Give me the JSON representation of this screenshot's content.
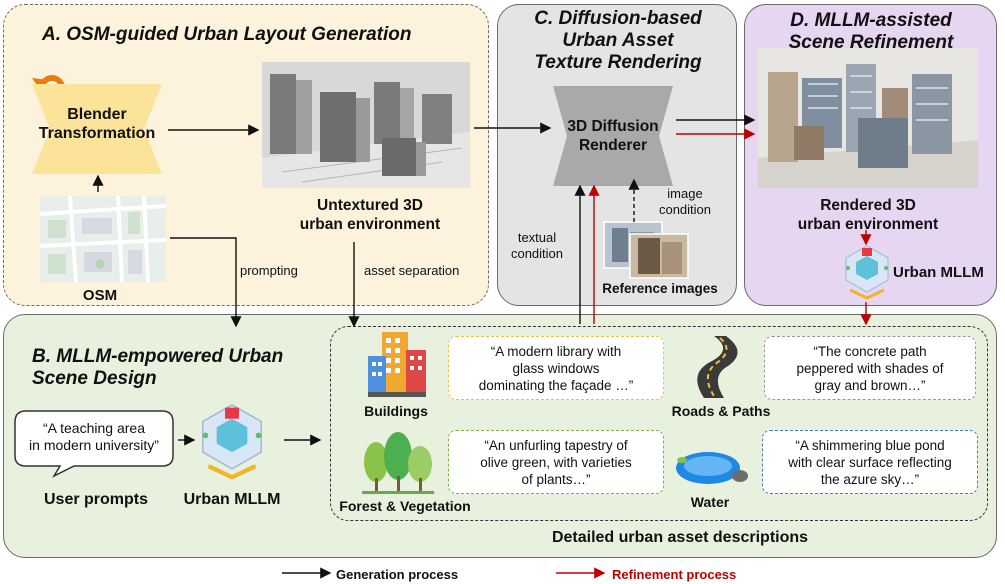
{
  "panels": {
    "a_title": "A. OSM-guided Urban Layout Generation",
    "b_title_line1": "B. MLLM-empowered Urban",
    "b_title_line2": "Scene Design",
    "c_title_line1": "C. Diffusion-based",
    "c_title_line2": "Urban Asset",
    "c_title_line3": "Texture Rendering",
    "d_title_line1": "D. MLLM-assisted",
    "d_title_line2": "Scene Refinement"
  },
  "panel_a": {
    "blender_line1": "Blender",
    "blender_line2": "Transformation",
    "osm_label": "OSM",
    "untextured_line1": "Untextured 3D",
    "untextured_line2": "urban environment",
    "prompting": "prompting",
    "asset_separation": "asset separation"
  },
  "panel_c": {
    "renderer_line1": "3D Diffusion",
    "renderer_line2": "Renderer",
    "image_condition_line1": "image",
    "image_condition_line2": "condition",
    "textual_condition_line1": "textual",
    "textual_condition_line2": "condition",
    "reference_images": "Reference images"
  },
  "panel_d": {
    "rendered_line1": "Rendered 3D",
    "rendered_line2": "urban environment",
    "urban_mllm": "Urban MLLM"
  },
  "panel_b": {
    "user_prompt_line1": "“A teaching area",
    "user_prompt_line2": "in modern university”",
    "user_prompts": "User prompts",
    "urban_mllm": "Urban MLLM",
    "detailed": "Detailed urban asset descriptions",
    "assets": {
      "buildings": {
        "label": "Buildings",
        "desc": [
          "“A modern library with",
          "glass windows",
          "dominating the façade …”"
        ],
        "color": "#f0c040"
      },
      "roads": {
        "label": "Roads & Paths",
        "desc": [
          "“The concrete path",
          "peppered with shades of",
          "gray and brown…”"
        ],
        "color": "#9a9a9a"
      },
      "forest": {
        "label": "Forest & Vegetation",
        "desc": [
          "“An unfurling tapestry of",
          "olive green, with varieties",
          "of plants…”"
        ],
        "color": "#7cb342"
      },
      "water": {
        "label": "Water",
        "desc": [
          "“A shimmering blue pond",
          "with clear surface reflecting",
          "the azure sky…”"
        ],
        "color": "#4a78d0"
      }
    }
  },
  "legend": {
    "generation": "Generation process",
    "refinement": "Refinement process"
  },
  "colors": {
    "panel_a": "#fdf2dc",
    "panel_b": "#e7f1de",
    "panel_c": "#e4e4e4",
    "panel_d": "#e7d6f1",
    "blender_shape": "#fbe39a",
    "renderer_shape": "#a9a9a9",
    "refinement_arrow": "#c00000",
    "generation_arrow": "#111111"
  }
}
